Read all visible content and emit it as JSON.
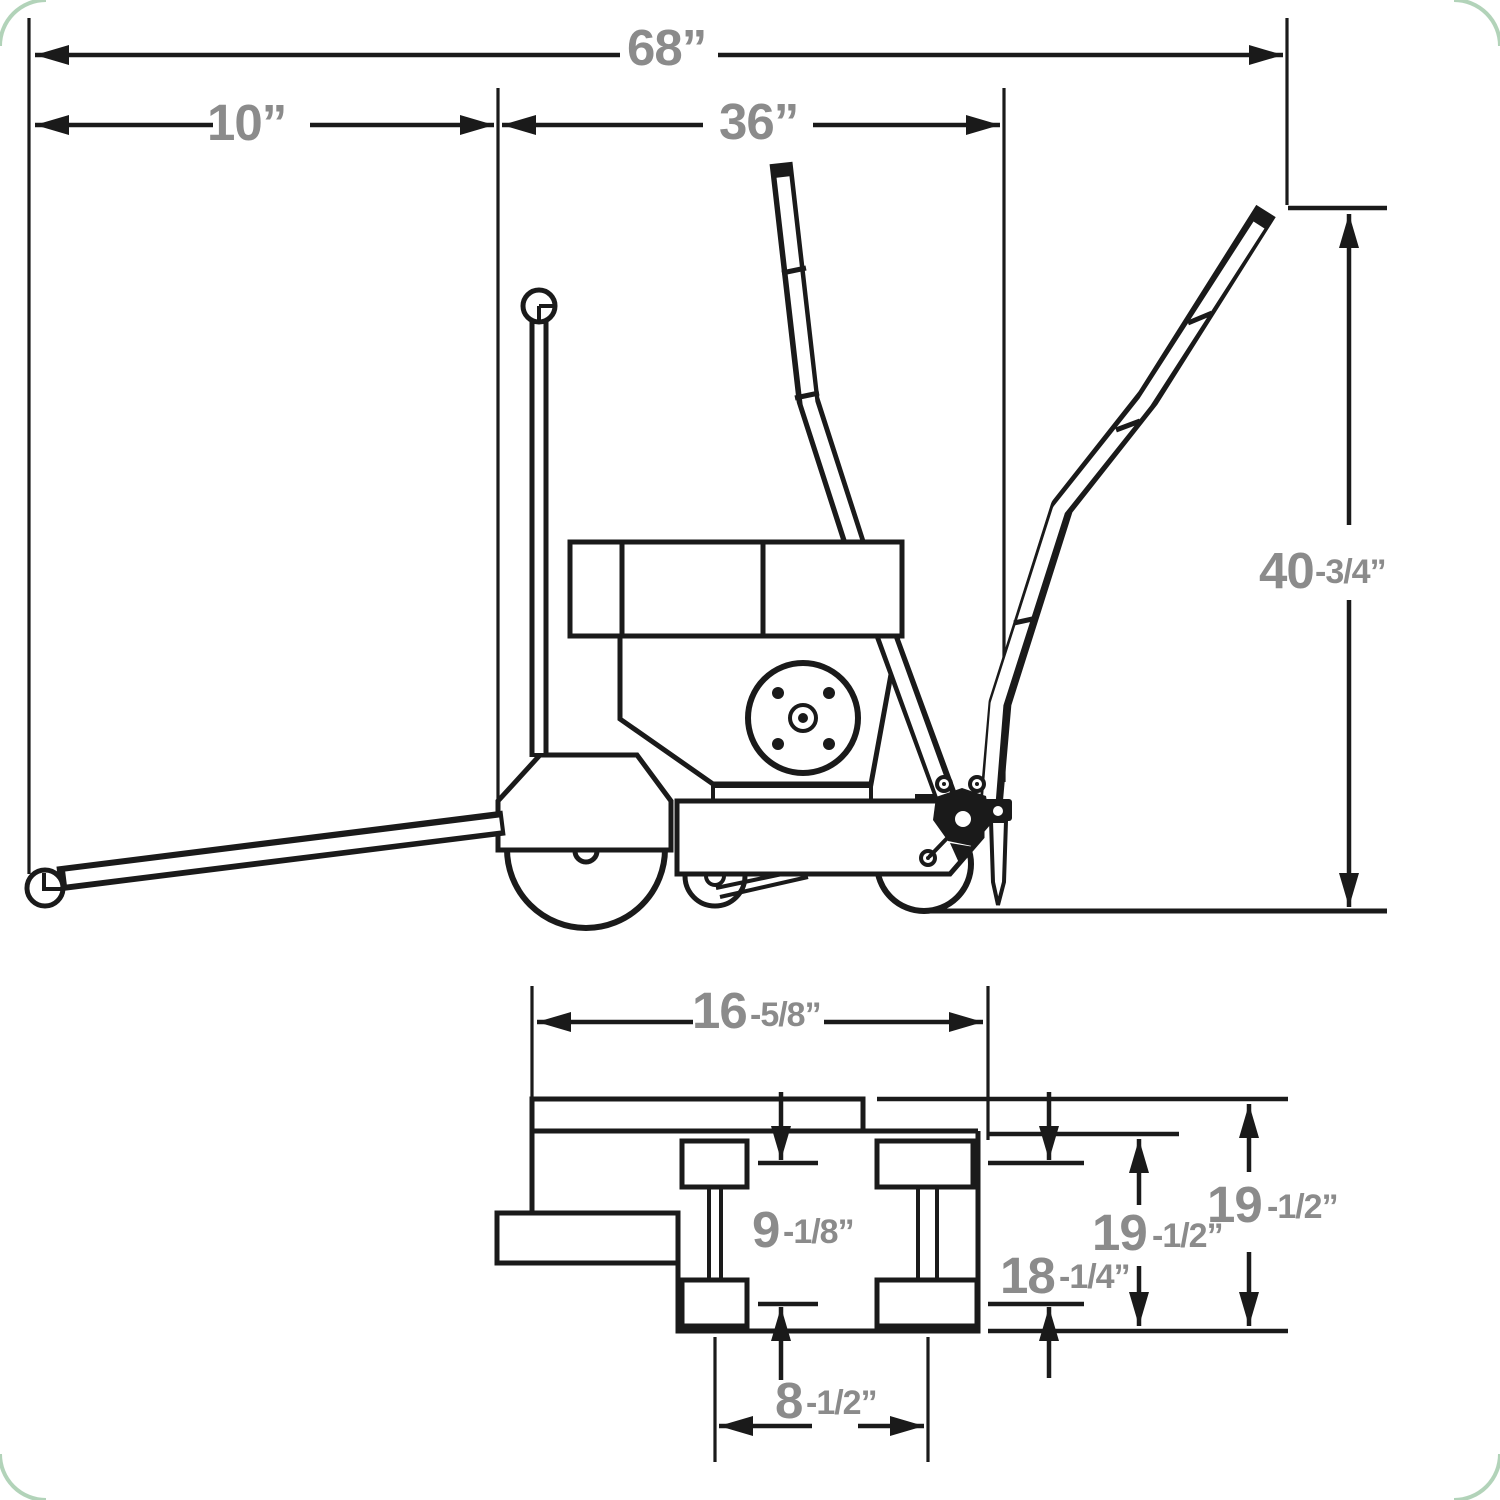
{
  "drawing": {
    "title": "walk-behind concrete saw dimensional diagram",
    "side_view": {
      "overall_width": "68”",
      "blade_bar_length": "10”",
      "deck_to_handle": "36”",
      "handle_height": {
        "whole": "40",
        "frac": "-3/4”"
      }
    },
    "plan_view": {
      "body_length": {
        "whole": "16",
        "frac": "-5/8”"
      },
      "wheel_inner_gap": {
        "whole": "9",
        "frac": "-1/8”"
      },
      "axle_center_width": {
        "whole": "8",
        "frac": "-1/2”"
      },
      "outer_track_width": {
        "whole": "18",
        "frac": "-1/4”"
      },
      "chassis_width": {
        "whole": "19",
        "frac": "-1/2”"
      },
      "overall_plan_width": {
        "whole": "19",
        "frac": "-1/2”"
      }
    },
    "colors": {
      "ink": "#1a1a1a",
      "label": "#8b8b8b",
      "corner_accent": "#a5cbad"
    }
  }
}
